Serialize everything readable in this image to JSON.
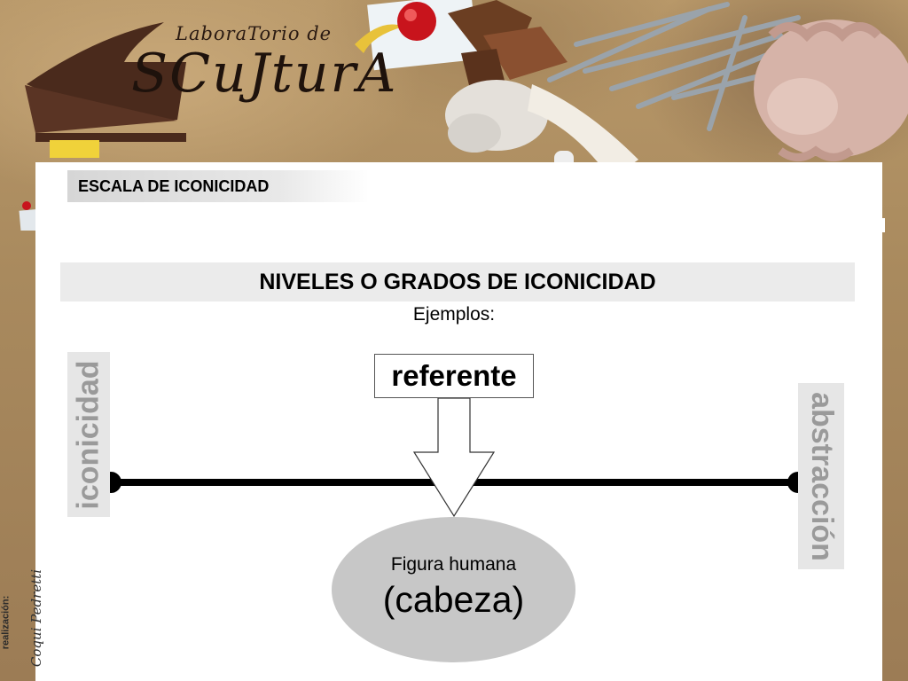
{
  "branding": {
    "logo_small": "LaboraTorio de",
    "logo_large": "SCuJturA"
  },
  "slide": {
    "section_tag": "ESCALA DE ICONICIDAD",
    "title": "NIVELES O GRADOS DE ICONICIDAD",
    "subtitle": "Ejemplos:"
  },
  "diagram": {
    "left_label": "iconicidad",
    "right_label": "abstracción",
    "referent_label": "referente",
    "example_line1": "Figura humana",
    "example_line2": "(cabeza)"
  },
  "footer": {
    "credit_label": "realización:",
    "credit_signature": "Coqui Pedretti"
  },
  "colors": {
    "background": "#b08f63",
    "paper": "#ffffff",
    "label_box": "#e6e6e6",
    "label_text": "#9a9a9a",
    "ellipse": "#c7c7c7",
    "line": "#000000"
  }
}
